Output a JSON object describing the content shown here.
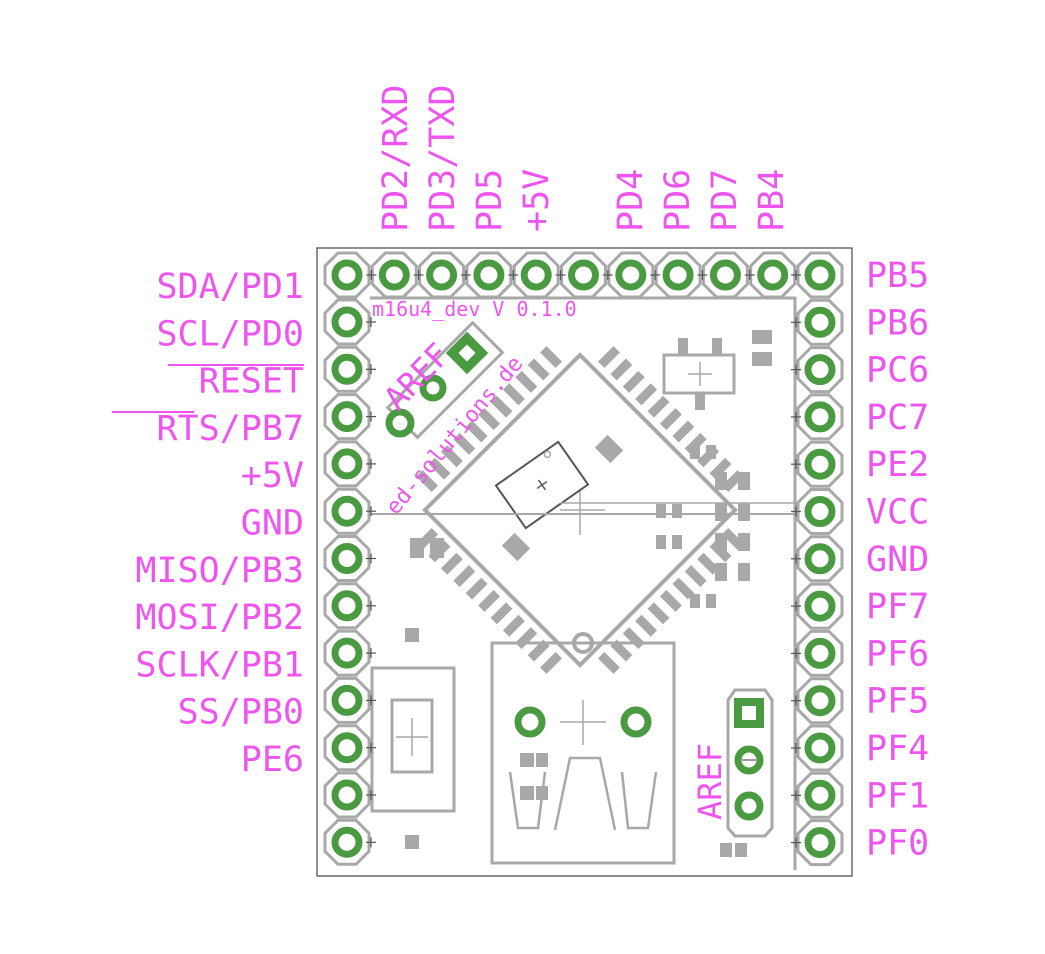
{
  "board_title": "m16u4_dev V 0.1.0",
  "board_website": "ed-solutions.de",
  "aref_label_top": "AREF",
  "aref_label_bottom": "AREF",
  "top_labels": [
    "PD2/RXD",
    "PD3/TXD",
    "PD5",
    "+5V",
    "PD4",
    "PD6",
    "PD7",
    "PB4"
  ],
  "left_labels": [
    "SDA/PD1",
    "SCL/PD0",
    "RESET",
    "RTS/PB7",
    "+5V",
    "GND",
    "MISO/PB3",
    "MOSI/PB2",
    "SCLK/PB1",
    "SS/PB0",
    "PE6"
  ],
  "right_labels": [
    "PB5",
    "PB6",
    "PC6",
    "PC7",
    "PE2",
    "VCC",
    "GND",
    "PF7",
    "PF6",
    "PF5",
    "PF4",
    "PF1",
    "PF0"
  ],
  "overlined_labels": [
    "RESET",
    "RTS"
  ],
  "colors": {
    "label": "#ee55ee",
    "outline": "#a8a8a8",
    "pad": "#4a9a42",
    "pad_ring": "#a8a8a8",
    "board_edge": "#555555"
  }
}
